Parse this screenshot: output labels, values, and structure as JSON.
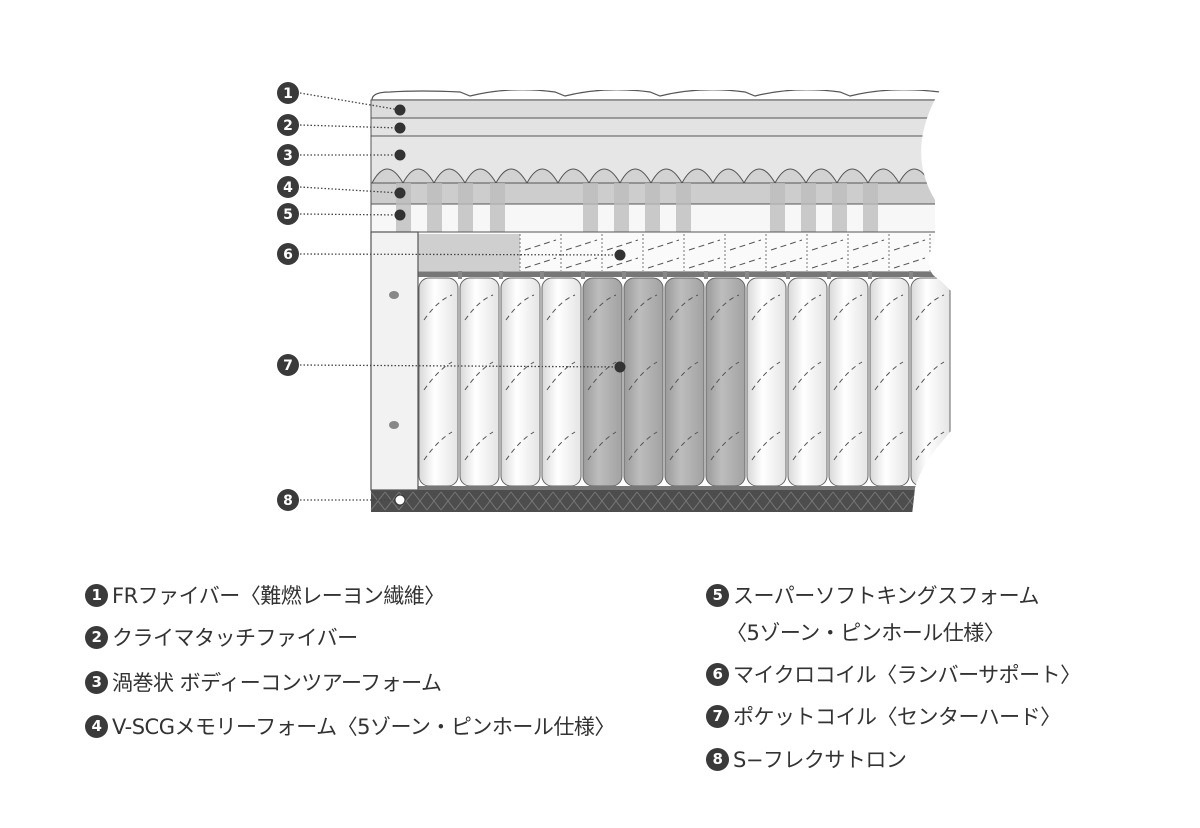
{
  "colors": {
    "marker": "#3a3a3a",
    "layer_light": "#e2e2e2",
    "layer_mid": "#cfcfcf",
    "coil_dark": "#a9a9a9",
    "base": "#4a4a4a"
  },
  "markers": [
    "1",
    "2",
    "3",
    "4",
    "5",
    "6",
    "7",
    "8"
  ],
  "legend": [
    {
      "num": "1",
      "text": "FRファイバー〈難燃レーヨン繊維〉"
    },
    {
      "num": "2",
      "text": "クライマタッチファイバー"
    },
    {
      "num": "3",
      "text": "渦巻状 ボディーコンツアーフォーム"
    },
    {
      "num": "4",
      "text": "V-SCGメモリーフォーム〈5ゾーン・ピンホール仕様〉"
    },
    {
      "num": "5",
      "text": "スーパーソフトキングスフォーム",
      "text2": "〈5ゾーン・ピンホール仕様〉"
    },
    {
      "num": "6",
      "text": "マイクロコイル〈ランバーサポート〉"
    },
    {
      "num": "7",
      "text": "ポケットコイル〈センターハード〉"
    },
    {
      "num": "8",
      "text": "S−フレクサトロン"
    }
  ]
}
